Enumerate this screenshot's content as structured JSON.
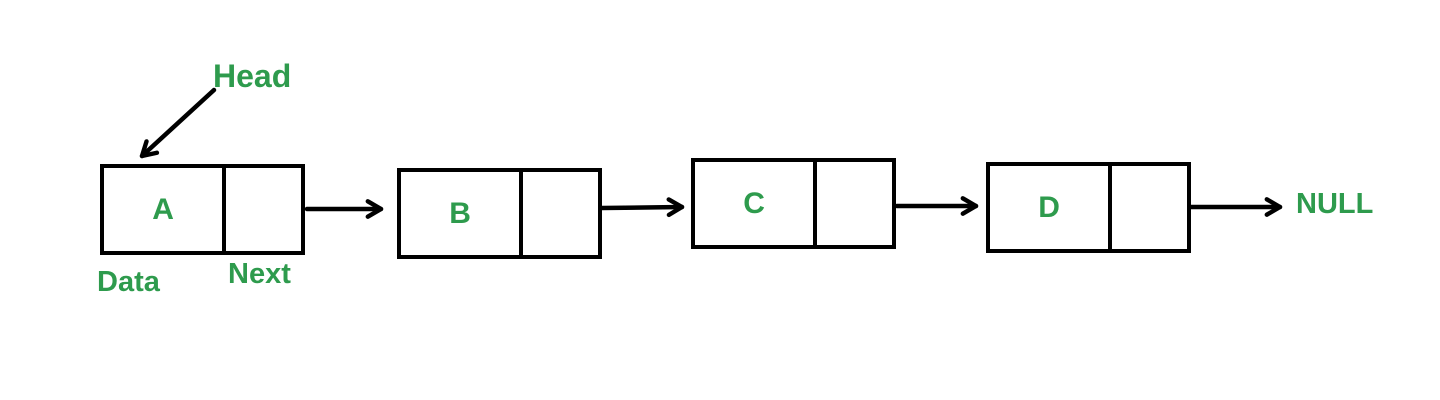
{
  "diagram": {
    "head_label": "Head",
    "null_label": "NULL",
    "data_label": "Data",
    "next_label": "Next",
    "nodes": [
      {
        "label": "A"
      },
      {
        "label": "B"
      },
      {
        "label": "C"
      },
      {
        "label": "D"
      }
    ],
    "colors": {
      "text_green": "#2e9b4d",
      "stroke": "#000000",
      "background": "#ffffff"
    }
  }
}
